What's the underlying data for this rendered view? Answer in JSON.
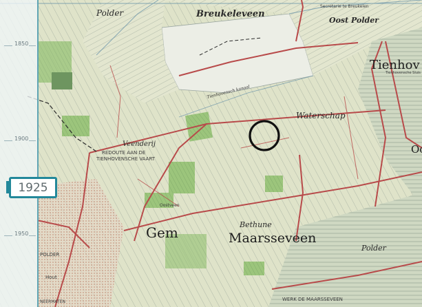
{
  "timeline": {
    "ticks": [
      "1850",
      "1900",
      "1950"
    ],
    "selected_year": "1925",
    "accent_color": "#22889a"
  },
  "map": {
    "labels": {
      "polder_top": "Polder",
      "breukeleveen": "Breukeleveen",
      "secretarie": "Secretarie te Breukelen",
      "oost_polder": "Oost Polder",
      "tienhoven": "Tienhov",
      "waterschap": "Waterschap",
      "veenderij": "Veenderij",
      "redoute": "REDOUTE AAN DE",
      "tienhovensche_vaart": "TIENHOVENSCHE VAART",
      "kanaal": "Tienhovensch kanaal",
      "gem": "Gem",
      "bethune": "Bethune",
      "maarsseveen": "Maarsseveen",
      "polder_left": "POLDER",
      "polder_right": "Polder",
      "hout": "Hout",
      "neermaten": "NEERMATEN",
      "werk": "WERK DE MAARSSEVEEN",
      "oostveen": "Oostveen",
      "tienhovensche_sluis": "Tienhovensche Sluis",
      "oo": "Oo"
    },
    "marker_icon": "circle-marker"
  }
}
